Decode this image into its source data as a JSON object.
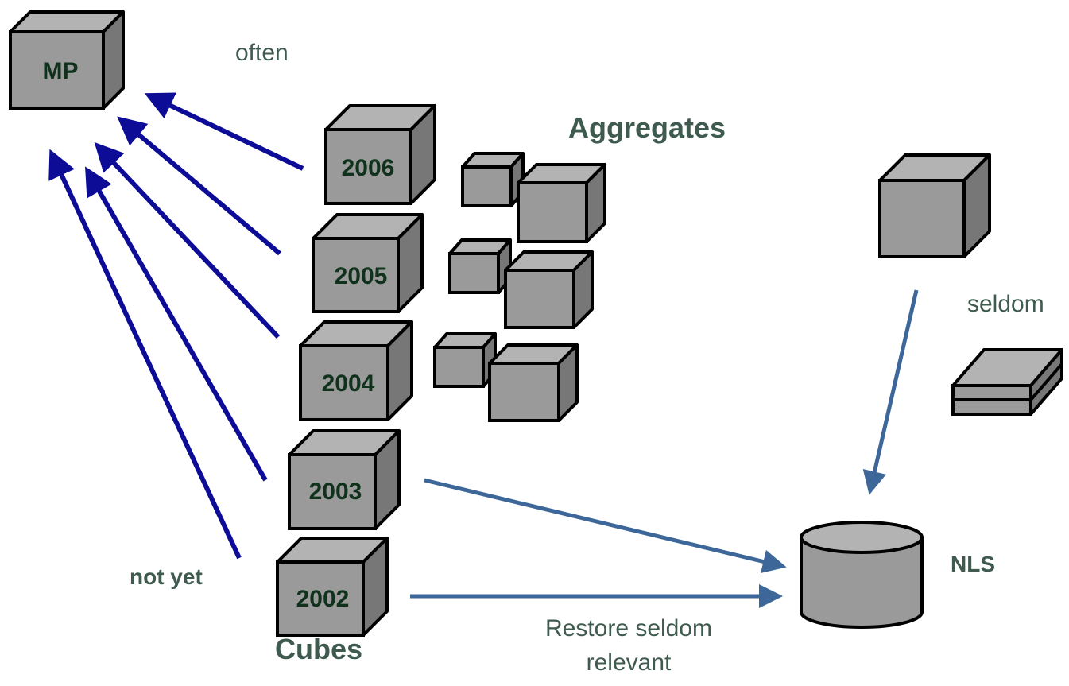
{
  "cubes_label": "Cubes",
  "aggregates_label": "Aggregates",
  "mp_label": "MP",
  "nls_label": "NLS",
  "often_label": "often",
  "seldom_label": "seldom",
  "not_yet_label": "not yet",
  "restore_label_line1": "Restore seldom",
  "restore_label_line2": "relevant",
  "years": [
    "2006",
    "2005",
    "2004",
    "2003",
    "2002"
  ],
  "colors": {
    "cube_front": "#9a9a9a",
    "cube_top": "#b3b3b3",
    "cube_side": "#777777",
    "outline": "#000000",
    "arrow_dark": "#0c0c96",
    "arrow_steel": "#3d6699",
    "text": "#3f5a4e",
    "cube_text": "#10321c"
  }
}
